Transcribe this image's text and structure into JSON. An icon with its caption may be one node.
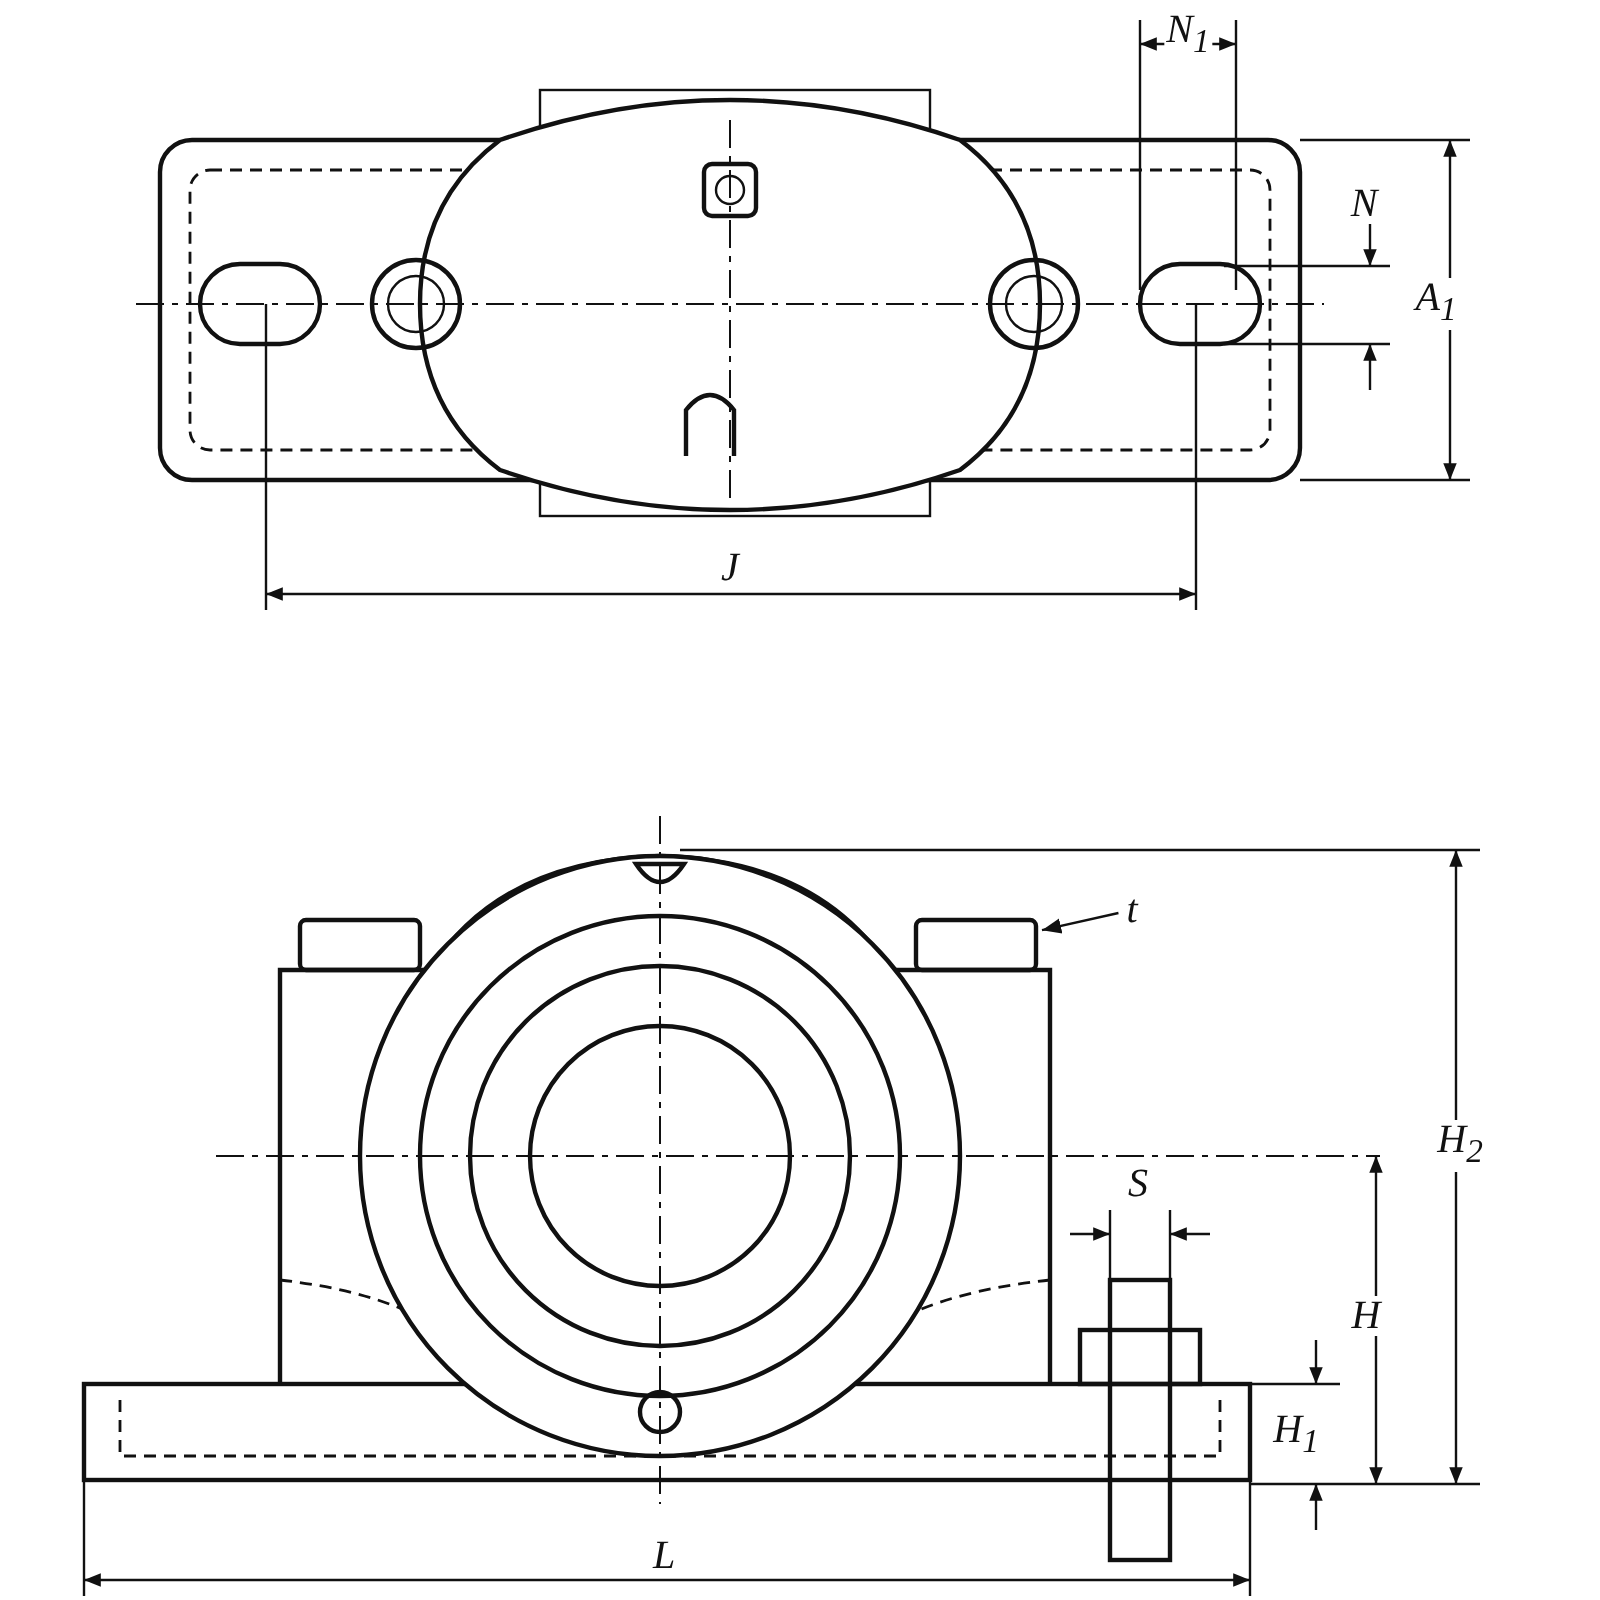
{
  "diagram": {
    "nodes": [
      {
        "text": [
          "t"
        ]
      },
      {
        "text": [],
        "shape": "box"
      }
    ],
    "edges": [
      {
        "from": 0,
        "to": 1,
        "arrow": "to"
      }
    ],
    "labels": [
      "N$_{1}$",
      "N",
      "A$_{1}$",
      "J",
      "S",
      "H$_{2}$",
      "H",
      "H$_{1}$",
      "L"
    ]
  }
}
